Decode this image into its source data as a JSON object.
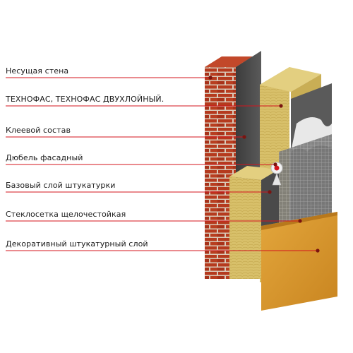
{
  "labels": [
    "Несущая стена",
    "ТЕХНОФАС, ТЕХНОФАС ДВУХЛОЙНЫЙ.",
    "Клеевой состав",
    "Дюбель фасадный",
    "Базовый слой штукатурки",
    "Стеклосетка щелочестойкая",
    "Декоративный штукатурный слой"
  ],
  "colors": {
    "brick": "#b53a1e",
    "mortar": "#d9c9b8",
    "insulation": "#d8c06a",
    "insulation_shadow": "#b89a3c",
    "glue": "#4a4a4a",
    "mesh": "#6a6a6a",
    "decorative": "#d99a2e",
    "leader": "#d4141e",
    "dot": "#7a1410"
  }
}
